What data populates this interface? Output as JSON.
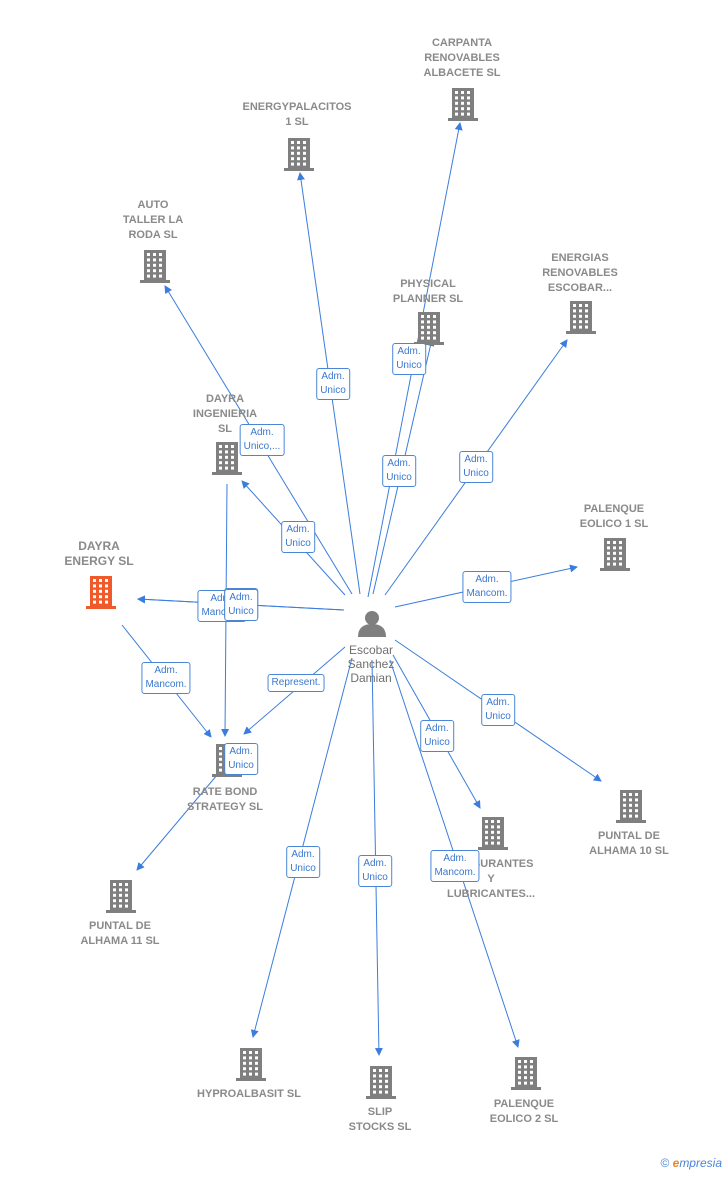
{
  "colors": {
    "edge": "#3b7ddd",
    "building": "#7f7f7f",
    "highlight": "#f0592a",
    "person": "#7f7f7f"
  },
  "person": {
    "name": "Escobar\nSanchez\nDamian"
  },
  "nodes": [
    {
      "id": "carpanta",
      "label": "CARPANTA\nRENOVABLES\nALBACETE  SL",
      "highlight": false
    },
    {
      "id": "energypalacitos",
      "label": "ENERGYPALACITOS\n1  SL",
      "highlight": false
    },
    {
      "id": "auto-taller",
      "label": "AUTO\nTALLER LA\nRODA  SL",
      "highlight": false
    },
    {
      "id": "physical-planner",
      "label": "PHYSICAL\nPLANNER SL",
      "highlight": false
    },
    {
      "id": "energias-escobar",
      "label": "ENERGIAS\nRENOVABLES\nESCOBAR...",
      "highlight": false
    },
    {
      "id": "dayra-ingenieria",
      "label": "DAYRA\nINGENIERIA\nSL",
      "highlight": false
    },
    {
      "id": "palenque-1",
      "label": "PALENQUE\nEOLICO 1 SL",
      "highlight": false
    },
    {
      "id": "dayra-energy",
      "label": "DAYRA\nENERGY  SL",
      "highlight": true
    },
    {
      "id": "rate-bond",
      "label": "RATE BOND\nSTRATEGY  SL",
      "highlight": false
    },
    {
      "id": "puntal-10",
      "label": "PUNTAL DE\nALHAMA 10 SL",
      "highlight": false
    },
    {
      "id": "carburantes",
      "label": "CARBURANTES\nY\nLUBRICANTES...",
      "highlight": false
    },
    {
      "id": "puntal-11",
      "label": "PUNTAL DE\nALHAMA 11 SL",
      "highlight": false
    },
    {
      "id": "hyproalbasit",
      "label": "HYPROALBASIT SL",
      "highlight": false
    },
    {
      "id": "slip-stocks",
      "label": "SLIP\nSTOCKS SL",
      "highlight": false
    },
    {
      "id": "palenque-2",
      "label": "PALENQUE\nEOLICO 2 SL",
      "highlight": false
    }
  ],
  "edges": [
    {
      "to": "carpanta",
      "label": "Adm.\nUnico"
    },
    {
      "to": "energypalacitos",
      "label": "Adm.\nUnico"
    },
    {
      "to": "auto-taller",
      "label": "Adm.\nUnico,..."
    },
    {
      "to": "physical-planner",
      "label": "Adm.\nUnico"
    },
    {
      "to": "energias-escobar",
      "label": "Adm.\nUnico"
    },
    {
      "to": "dayra-ingenieria",
      "label": "Adm.\nUnico"
    },
    {
      "to": "palenque-1",
      "label": "Adm.\nMancom."
    },
    {
      "to": "dayra-energy",
      "label": "Adm.\nMancom."
    },
    {
      "to": "dayra-energy",
      "label": "Adm.\nUnico"
    },
    {
      "to": "rate-bond",
      "label": "Represent."
    },
    {
      "to": "puntal-10",
      "label": "Adm.\nUnico"
    },
    {
      "to": "carburantes",
      "label": "Adm.\nUnico"
    },
    {
      "to": "hyproalbasit",
      "label": "Adm.\nUnico"
    },
    {
      "to": "slip-stocks",
      "label": "Adm.\nUnico"
    },
    {
      "to": "palenque-2",
      "label": "Adm.\nMancom."
    },
    {
      "from": "dayra-energy",
      "to": "rate-bond",
      "label": "Adm.\nMancom."
    },
    {
      "from": "dayra-ingenieria",
      "to": "rate-bond",
      "label": "Adm.\nUnico"
    },
    {
      "from": "rate-bond",
      "to": "puntal-11",
      "label": "Adm.\nUnico"
    }
  ],
  "footer": {
    "copyright": "©",
    "brand_initial": "e",
    "brand_rest": "mpresia"
  }
}
